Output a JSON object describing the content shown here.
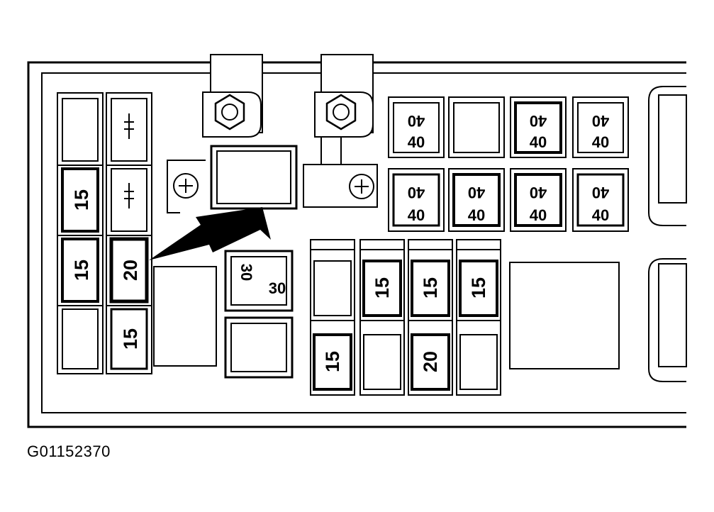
{
  "figure_id": "G01152370",
  "colors": {
    "line": "#000000",
    "background": "#ffffff"
  },
  "fuses": {
    "left_col_1_row_2": "15",
    "left_col_1_row_3": "15",
    "left_col_2_row_3": "20",
    "left_col_2_row_4": "15",
    "middle_30_top": "30",
    "middle_30_bottom": "30",
    "maxi_r1_c1_top": "40",
    "maxi_r1_c1_bottom": "40",
    "maxi_r1_c3_top": "40",
    "maxi_r1_c3_bottom": "40",
    "maxi_r1_c4_top": "40",
    "maxi_r1_c4_bottom": "40",
    "maxi_r2_c1_top": "40",
    "maxi_r2_c1_bottom": "40",
    "maxi_r2_c2_top": "40",
    "maxi_r2_c2_bottom": "40",
    "maxi_r2_c3_top": "40",
    "maxi_r2_c3_bottom": "40",
    "maxi_r2_c4_top": "40",
    "maxi_r2_c4_bottom": "40",
    "lower_top_c2": "15",
    "lower_top_c3": "15",
    "lower_top_c4": "15",
    "lower_bottom_c1": "15",
    "lower_bottom_c3": "20"
  }
}
